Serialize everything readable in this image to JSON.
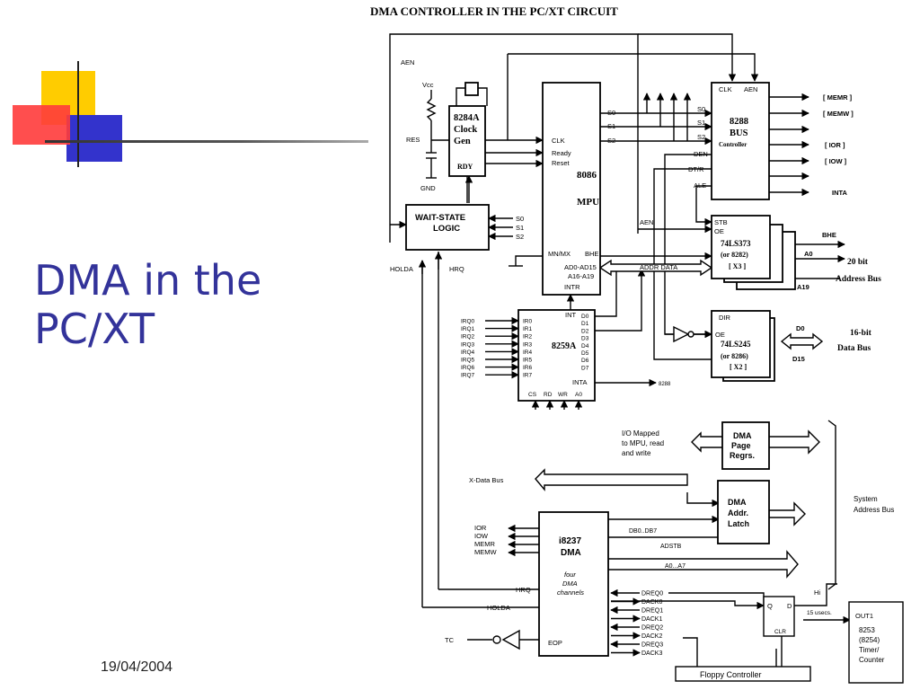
{
  "slide": {
    "title": "DMA in the PC/XT",
    "date": "19/04/2004",
    "colors": {
      "title": "#33339a",
      "yellow": "#ffcc00",
      "red": "#ff3b3b",
      "blue": "#3333cc"
    }
  },
  "diagram": {
    "title": "DMA CONTROLLER IN THE PC/XT CIRCUIT",
    "signals": {
      "aen_top": "AEN",
      "vcc": "Vcc",
      "res": "RES",
      "gnd": "GND",
      "holda_left": "HOLDA",
      "hrq_left": "HRQ",
      "s0": "S0",
      "s1": "S1",
      "s2": "S2",
      "clk": "CLK",
      "ready": "Ready",
      "reset": "Reset",
      "mnmx": "MN/MX",
      "bhe_mpu": "BHE",
      "ad": "AD0-AD15",
      "a1619": "A16-A19",
      "intr": "INTR",
      "addr_data": "ADDR DATA",
      "aen_mid": "AEN",
      "den": "DEN",
      "dtr": "DT/R",
      "ale": "ALE",
      "stb": "STB",
      "oe1": "OE",
      "dir": "DIR",
      "oe2": "OE",
      "bhe_out": "BHE",
      "a0": "A0",
      "a19": "A19",
      "d0": "D0",
      "d15": "D15",
      "int": "INT",
      "inta": "INTA",
      "to8288": "8288",
      "cs": "CS",
      "rd": "RD",
      "wr": "WR",
      "a0pin": "A0",
      "x_data_bus": "X-Data Bus",
      "db": "DB0..DB7",
      "adstb": "ADSTB",
      "a07": "A0...A7",
      "hrq_dma": "HRQ",
      "holda_dma": "HOLDA",
      "tc": "TC",
      "eop": "EOP",
      "hi": "Hi",
      "q": "Q",
      "d": "D",
      "clr": "CLR",
      "usecs": "15 usecs.",
      "out1": "OUT1"
    },
    "outputs_8288": [
      "[ MEMR ]",
      "[ MEMW ]",
      "[ IOR ]",
      "[ IOW ]",
      "INTA"
    ],
    "irq": [
      "IRQ0",
      "IRQ1",
      "IRQ2",
      "IRQ3",
      "IRQ4",
      "IRQ5",
      "IRQ6",
      "IRQ7"
    ],
    "ir": [
      "IR0",
      "IR1",
      "IR2",
      "IR3",
      "IR4",
      "IR5",
      "IR6",
      "IR7"
    ],
    "dpins": [
      "D0",
      "D1",
      "D2",
      "D3",
      "D4",
      "D5",
      "D6",
      "D7"
    ],
    "dma_io": [
      "IOR",
      "IOW",
      "MEMR",
      "MEMW"
    ],
    "dreq": [
      "DREQ0",
      "DACK0",
      "DREQ1",
      "DACK1",
      "DREQ2",
      "DACK2",
      "DREQ3",
      "DACK3"
    ],
    "blocks": {
      "clock": [
        "8284A",
        "Clock",
        "Gen"
      ],
      "rdy": "RDY",
      "waitstate": [
        "WAIT-STATE",
        "LOGIC"
      ],
      "mpu": [
        "8086",
        "MPU"
      ],
      "bus": [
        "8288",
        "BUS",
        "Controller"
      ],
      "ls373": [
        "74LS373",
        "(or 8282)",
        "[ X3 ]"
      ],
      "ls245": [
        "74LS245",
        "(or 8286)",
        "[ X2 ]"
      ],
      "pic": "8259A",
      "page": [
        "DMA",
        "Page",
        "Regrs."
      ],
      "latch": [
        "DMA",
        "Addr.",
        "Latch"
      ],
      "dma": [
        "i8237",
        "DMA"
      ],
      "dma_sub": [
        "four",
        "DMA",
        "channels"
      ],
      "floppy": "Floppy Controller",
      "timer": [
        "8253",
        "(8254)",
        "Timer/",
        "Counter"
      ]
    },
    "labels": {
      "bus20": [
        "20 bit",
        "Address Bus"
      ],
      "bus16": [
        "16-bit",
        "Data Bus"
      ],
      "io_mapped": [
        "I/O Mapped",
        "to MPU, read",
        "and write"
      ],
      "system_bus": [
        "System",
        "Address Bus"
      ]
    }
  }
}
